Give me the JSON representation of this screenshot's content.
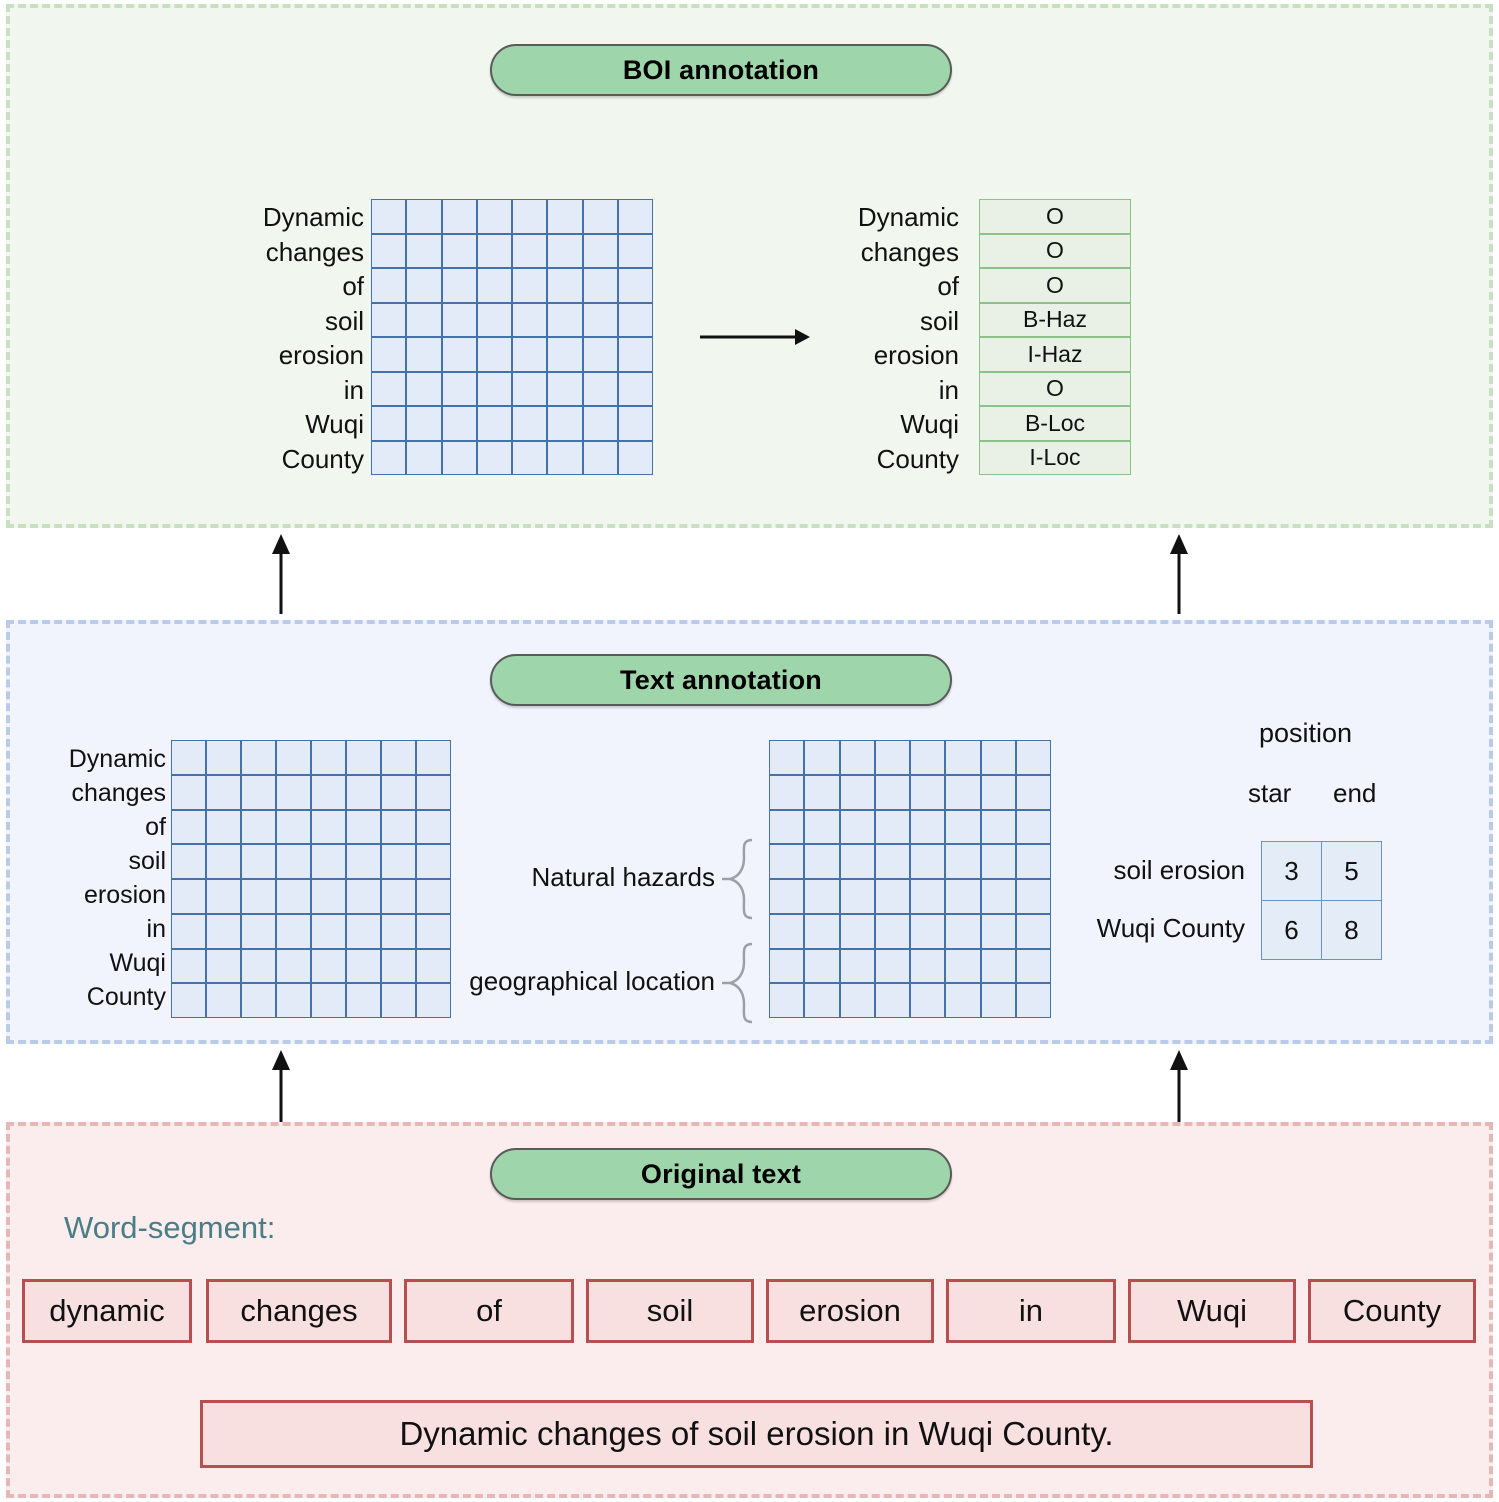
{
  "sections": {
    "boi": {
      "title": "BOI annotation",
      "words": [
        "Dynamic",
        "changes",
        "of",
        "soil",
        "erosion",
        "in",
        "Wuqi",
        "County"
      ],
      "tags": [
        "O",
        "O",
        "O",
        "B-Haz",
        "I-Haz",
        "O",
        "B-Loc",
        "I-Loc"
      ],
      "grid": {
        "rows": 8,
        "cols": 8
      },
      "colors": {
        "background": "#f1f7ef",
        "border": "#c9dfc2",
        "tag_border": "#8dc08a",
        "tag_fill": "#e9f0e6"
      }
    },
    "text": {
      "title": "Text annotation",
      "words": [
        "Dynamic",
        "changes",
        "of",
        "soil",
        "erosion",
        "in",
        "Wuqi",
        "County"
      ],
      "left_grid": {
        "rows": 8,
        "cols": 8
      },
      "right_grid": {
        "rows": 8,
        "cols": 8
      },
      "brace_labels": [
        "Natural hazards",
        "geographical location"
      ],
      "position": {
        "title": "position",
        "columns": [
          "star",
          "end"
        ],
        "rows": [
          {
            "label": "soil erosion",
            "star": "3",
            "end": "5"
          },
          {
            "label": "Wuqi County",
            "star": "6",
            "end": "8"
          }
        ]
      },
      "colors": {
        "background": "#f1f4fd",
        "border": "#b9cbe8",
        "grid_line": "#4472a8",
        "grid_fill": "#e3eaf8"
      }
    },
    "original": {
      "title": "Original text",
      "wordsegment_label": "Word-segment:",
      "tokens": [
        "dynamic",
        "changes",
        "of",
        "soil",
        "erosion",
        "in",
        "Wuqi",
        "County"
      ],
      "sentence": "Dynamic changes of soil erosion in Wuqi County.",
      "colors": {
        "background": "#fbeded",
        "border": "#e5b7b7",
        "token_border": "#b5504e",
        "token_fill": "#f9e0e0",
        "label": "#4a7d85"
      }
    }
  },
  "accent": {
    "pill_fill": "#9ed5ab",
    "pill_border": "#5a5a5a"
  }
}
